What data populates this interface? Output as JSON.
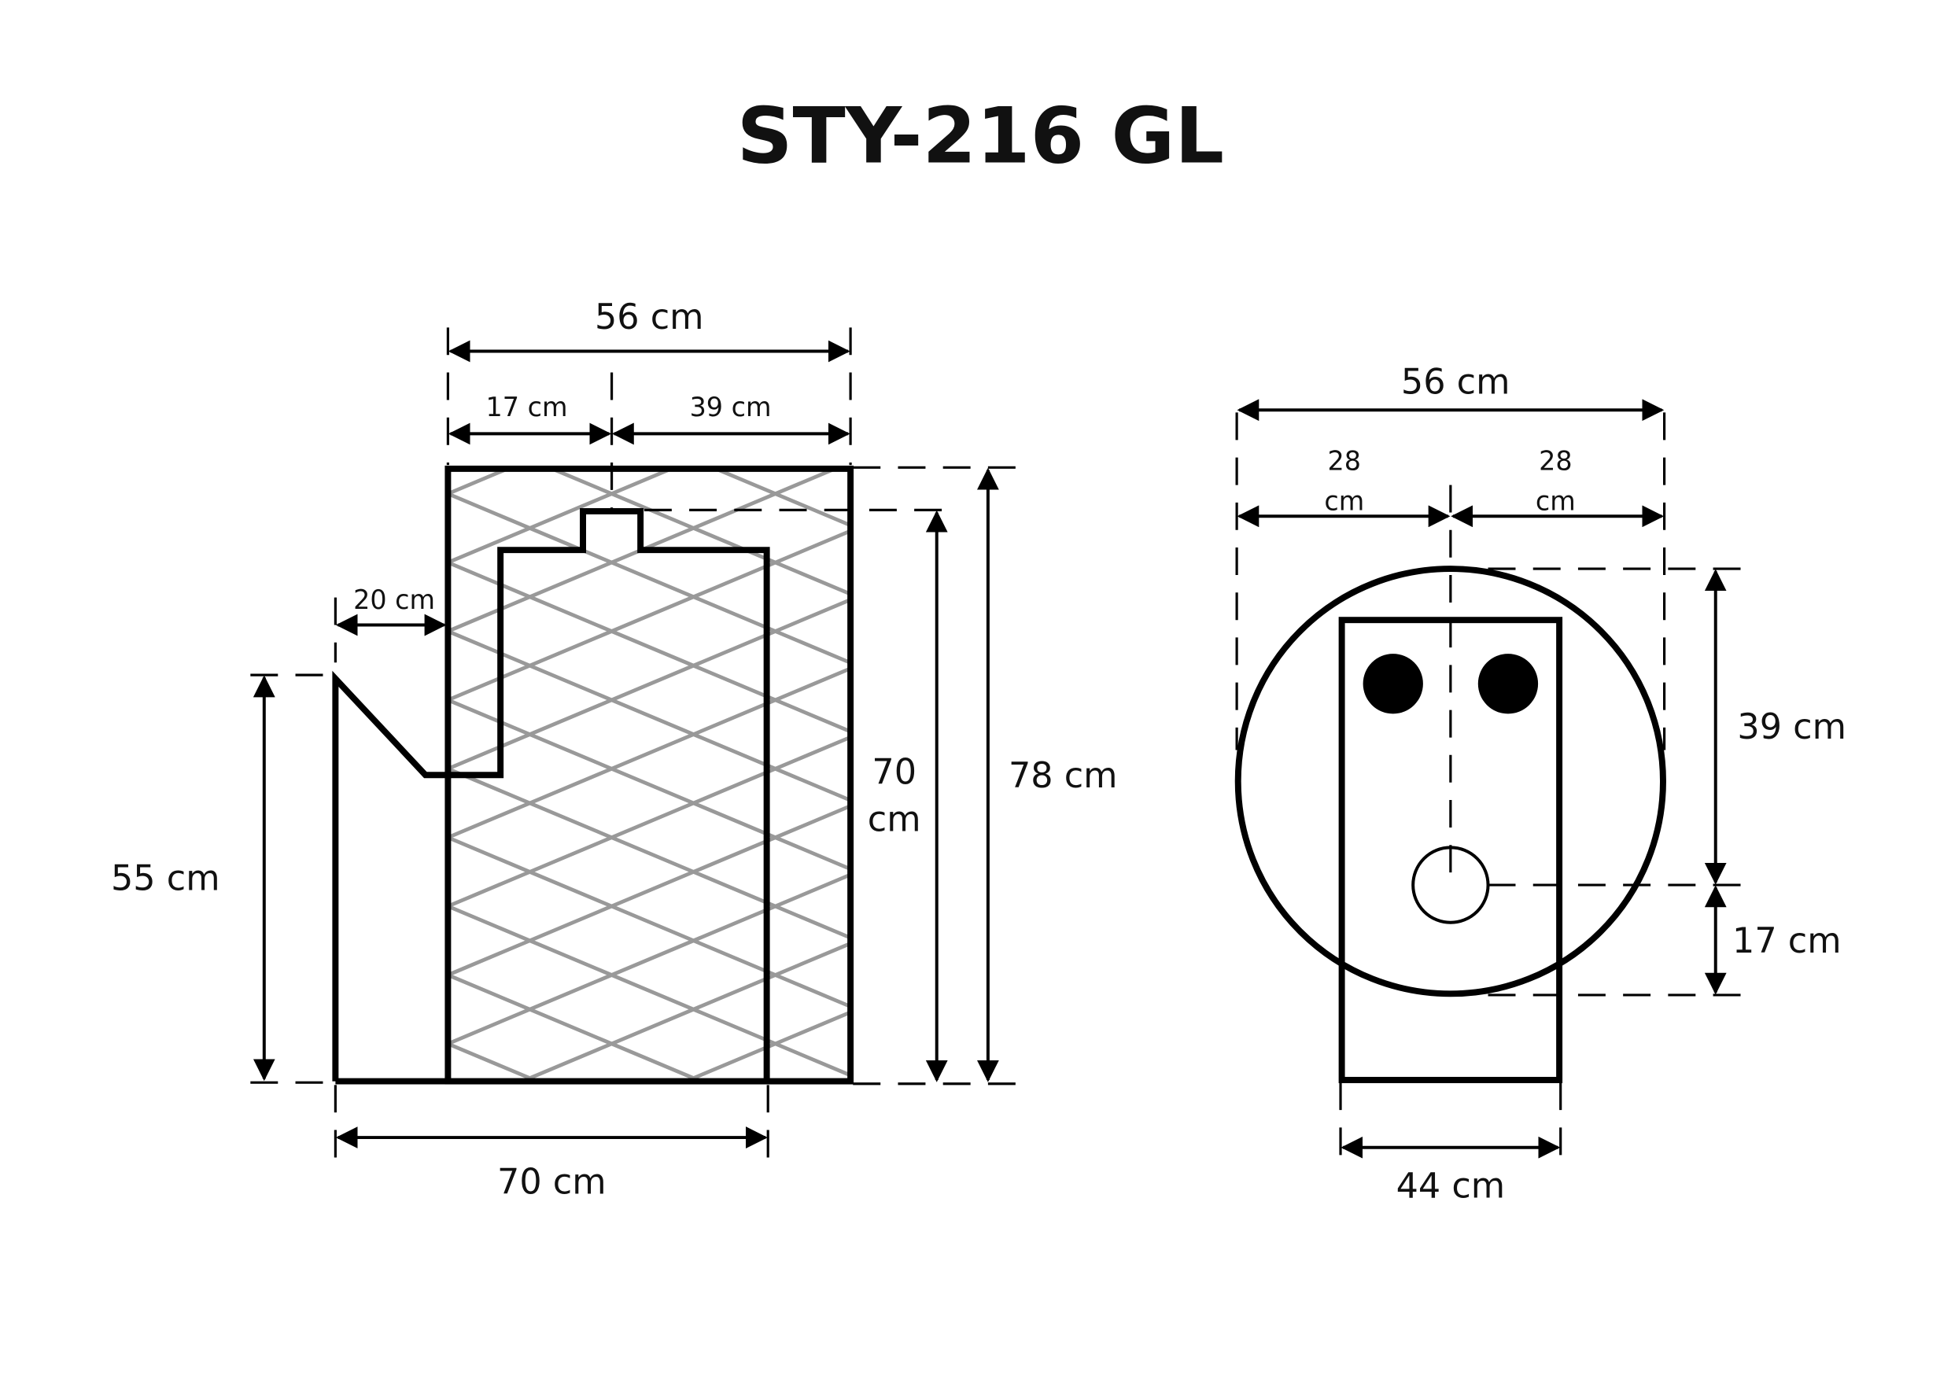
{
  "title": "STY-216 GL",
  "side_view": {
    "top_width": "56 cm",
    "left_segment": "17 cm",
    "right_segment": "39 cm",
    "step_width": "20 cm",
    "step_height": "55 cm",
    "inner_height_line1": "70",
    "inner_height_line2": "cm",
    "total_height": "78 cm",
    "base_depth": "70 cm"
  },
  "front_view": {
    "top_width": "56 cm",
    "left_half_line1": "28",
    "left_half_line2": "cm",
    "right_half_line1": "28",
    "right_half_line2": "cm",
    "upper_height": "39 cm",
    "lower_height": "17 cm",
    "base_width": "44 cm"
  },
  "colors": {
    "line": "#000000",
    "hatch": "#999999",
    "background": "#ffffff"
  }
}
